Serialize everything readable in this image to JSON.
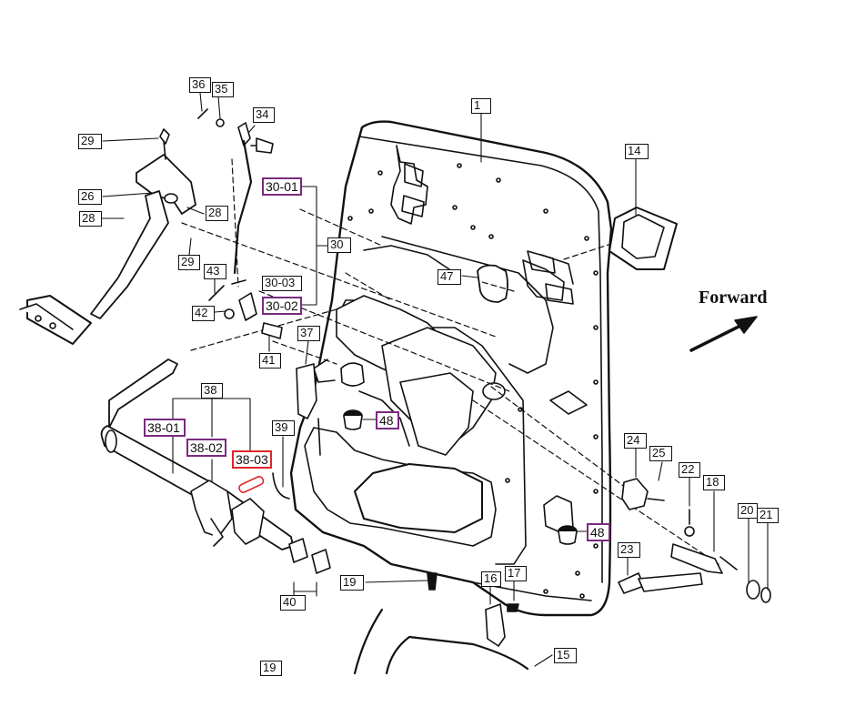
{
  "direction_label": "Forward",
  "labels": {
    "p1": "1",
    "p14": "14",
    "p15": "15",
    "p16": "16",
    "p17": "17",
    "p18": "18",
    "p19": "19",
    "p19b": "19",
    "p20": "20",
    "p21": "21",
    "p22": "22",
    "p23": "23",
    "p24": "24",
    "p25": "25",
    "p26": "26",
    "p28a": "28",
    "p28b": "28",
    "p29a": "29",
    "p29b": "29",
    "p30": "30",
    "p30_01": "30-01",
    "p30_02": "30-02",
    "p30_03": "30-03",
    "p34": "34",
    "p35": "35",
    "p36": "36",
    "p37": "37",
    "p38": "38",
    "p38_01": "38-01",
    "p38_02": "38-02",
    "p38_03": "38-03",
    "p39": "39",
    "p40": "40",
    "p41": "41",
    "p42": "42",
    "p43": "43",
    "p47": "47",
    "p48a": "48",
    "p48b": "48"
  },
  "highlight_colors": {
    "selected_group": "#7b2a7e",
    "active_part": "#e0262b"
  }
}
